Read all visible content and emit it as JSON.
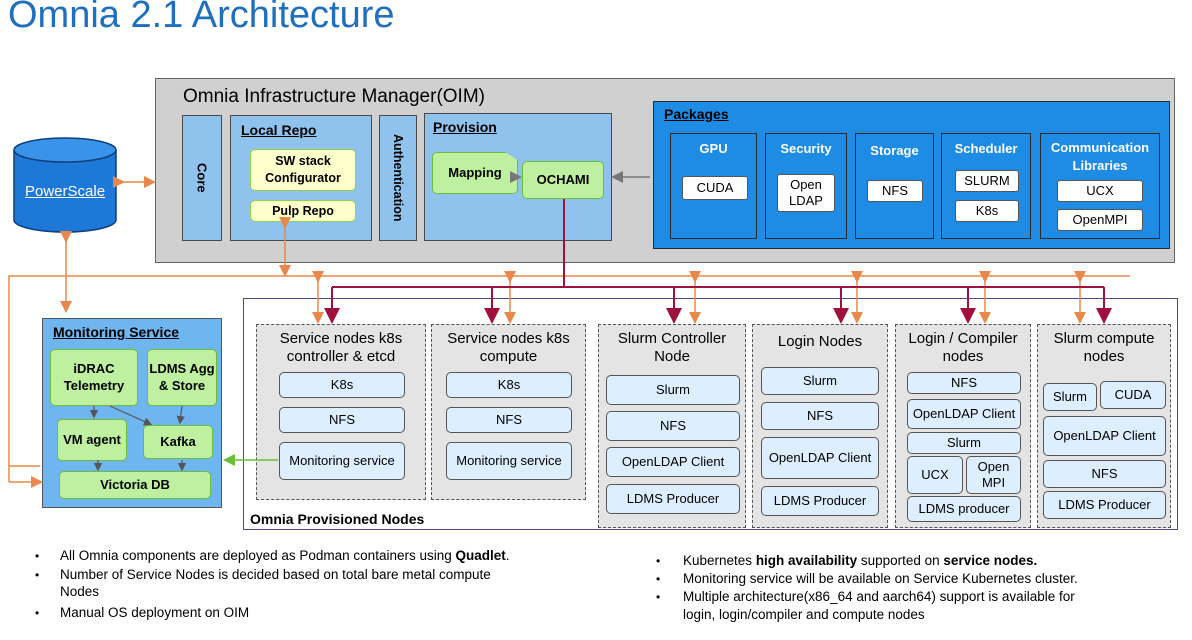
{
  "title": "Omnia 2.1 Architecture",
  "oim": {
    "title": "Omnia Infrastructure Manager(OIM)",
    "core": "Core",
    "local_repo": {
      "title": "Local Repo",
      "sw_stack": "SW stack Configurator",
      "pulp": "Pulp Repo"
    },
    "authentication": "Authentication",
    "provision": {
      "title": "Provision",
      "mapping": "Mapping",
      "ochami": "OCHAMI"
    },
    "packages": {
      "title": "Packages",
      "groups": [
        {
          "title": "GPU",
          "items": [
            "CUDA"
          ]
        },
        {
          "title": "Security",
          "items": [
            "Open LDAP"
          ]
        },
        {
          "title": "Storage",
          "items": [
            "NFS"
          ]
        },
        {
          "title": "Scheduler",
          "items": [
            "SLURM",
            "K8s"
          ]
        },
        {
          "title": "Communication Libraries",
          "items": [
            "UCX",
            "OpenMPI"
          ]
        }
      ]
    }
  },
  "powerscale": "PowerScale",
  "monitoring": {
    "title": "Monitoring Service",
    "idrac": "iDRAC Telemetry",
    "ldms": "LDMS Agg & Store",
    "vm_agent": "VM agent",
    "kafka": "Kafka",
    "victoria": "Victoria DB"
  },
  "provisioned_nodes": {
    "title": "Omnia Provisioned Nodes",
    "groups": [
      {
        "title": "Service nodes k8s controller & etcd",
        "items": [
          "K8s",
          "NFS",
          "Monitoring service"
        ]
      },
      {
        "title": "Service nodes k8s compute",
        "items": [
          "K8s",
          "NFS",
          "Monitoring service"
        ]
      },
      {
        "title": "Slurm Controller Node",
        "items": [
          "Slurm",
          "NFS",
          "OpenLDAP Client",
          "LDMS Producer"
        ]
      },
      {
        "title": "Login Nodes",
        "items": [
          "Slurm",
          "NFS",
          "OpenLDAP Client",
          "LDMS Producer"
        ]
      },
      {
        "title": "Login / Compiler nodes",
        "items": [
          "NFS",
          "OpenLDAP Client",
          "Slurm",
          "UCX",
          "Open MPI",
          "LDMS producer"
        ]
      },
      {
        "title": "Slurm compute nodes",
        "items": [
          "Slurm",
          "CUDA",
          "OpenLDAP Client",
          "NFS",
          "LDMS Producer"
        ]
      }
    ]
  },
  "bullets_left": [
    {
      "parts": [
        "All Omnia components are deployed as ",
        "Podman containers",
        " using ",
        "Quadlet",
        "."
      ]
    },
    {
      "parts": [
        "Number of ",
        "Service Nodes",
        " is decided based on ",
        "total bare metal compute",
        ""
      ]
    },
    {
      "cont": "Nodes"
    },
    {
      "parts": [
        "Manual OS deployment on OIM"
      ]
    }
  ],
  "bullets_right": [
    {
      "parts": [
        "Kubernetes ",
        "high availability",
        " supported on ",
        "service nodes."
      ]
    },
    {
      "parts": [
        "Monitoring service",
        " will be available on ",
        "Service Kubernetes cluster",
        "."
      ]
    },
    {
      "parts": [
        "Multiple architecture(x86_64 and aarch64) support is available for"
      ]
    },
    {
      "cont": "login, login/compiler and compute nodes"
    }
  ],
  "colors": {
    "title_blue": "#1f6fc0",
    "oim_gray": "#d0d0d0",
    "light_blue": "#8fc3ee",
    "bright_blue": "#1e8be5",
    "arrow_orange": "#e8884a",
    "arrow_crimson": "#a0103c",
    "arrow_green": "#6abf3a"
  }
}
